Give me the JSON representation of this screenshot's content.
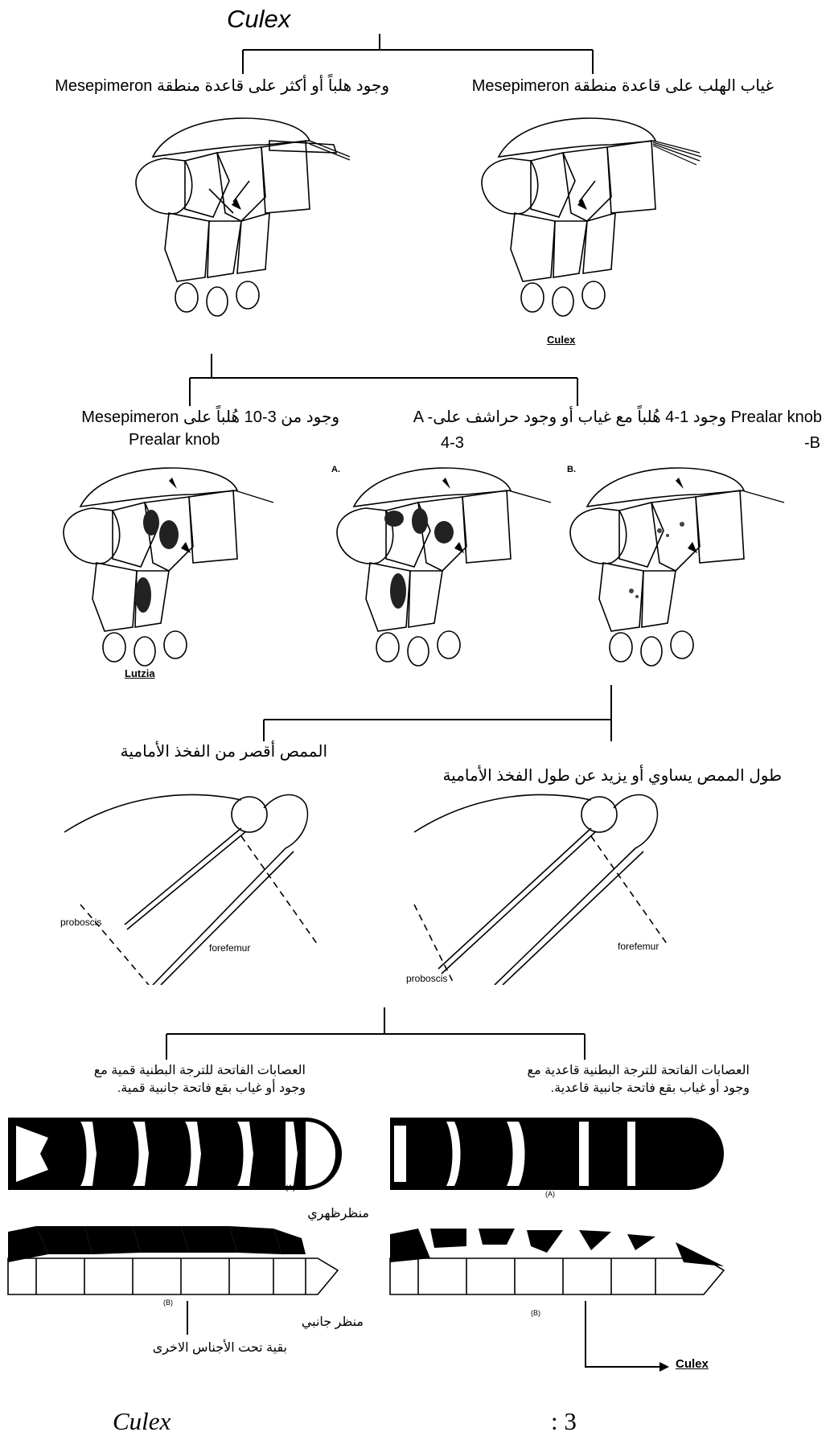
{
  "header": {
    "genus": "Culex"
  },
  "level1": {
    "left_text": "وجود هلباً أو أكثر على قاعدة منطقة  Mesepimeron",
    "right_text": "غياب الهلب على قاعدة منطقة   Mesepimeron",
    "right_figure_caption": "Culex"
  },
  "level2": {
    "left_text_line1": "وجود من 3-10 هُلباً  على  Mesepimeron",
    "left_text_line2": "Prealar knob",
    "right_text_line1": "A -وجود 1-4 هُلباً مع غياب أو وجود حراشف على Prealar knob",
    "right_text_line2": "4-3",
    "right_text_line3": "-B",
    "left_figure_caption": "Lutzia",
    "fig_label_a": "A.",
    "fig_label_b": "B."
  },
  "level3": {
    "left_text": "الممص أقصر من الفخذ الأمامية",
    "right_text": "طول الممص يساوي أو يزيد عن طول الفخذ الأمامية",
    "left_proboscis_label": "proboscis",
    "left_forefemur_label": "forefemur",
    "right_forefemur_label": "forefemur",
    "right_proboscis_label": "proboscis"
  },
  "level4": {
    "left_text_line1": "العصابات الفاتحة للترجة البطنية  قمية مع",
    "left_text_line2": "وجود أو غياب بقع فاتحة جانبية قمية.",
    "right_text_line1": "العصابات الفاتحة للترجة البطنية  قاعدية مع",
    "right_text_line2": "وجود أو غياب بقع فاتحة جانبية قاعدية.",
    "dorsal_view_label": "منظرظهري",
    "lateral_view_label": "منظر جانبي",
    "mark_a": "(A)",
    "mark_b": "(B)"
  },
  "outcomes": {
    "left_text": "بقية تحت الأجناس الاخرى",
    "right_text": "Culex"
  },
  "footer": {
    "genus": "Culex",
    "figure_number": ": 3"
  }
}
